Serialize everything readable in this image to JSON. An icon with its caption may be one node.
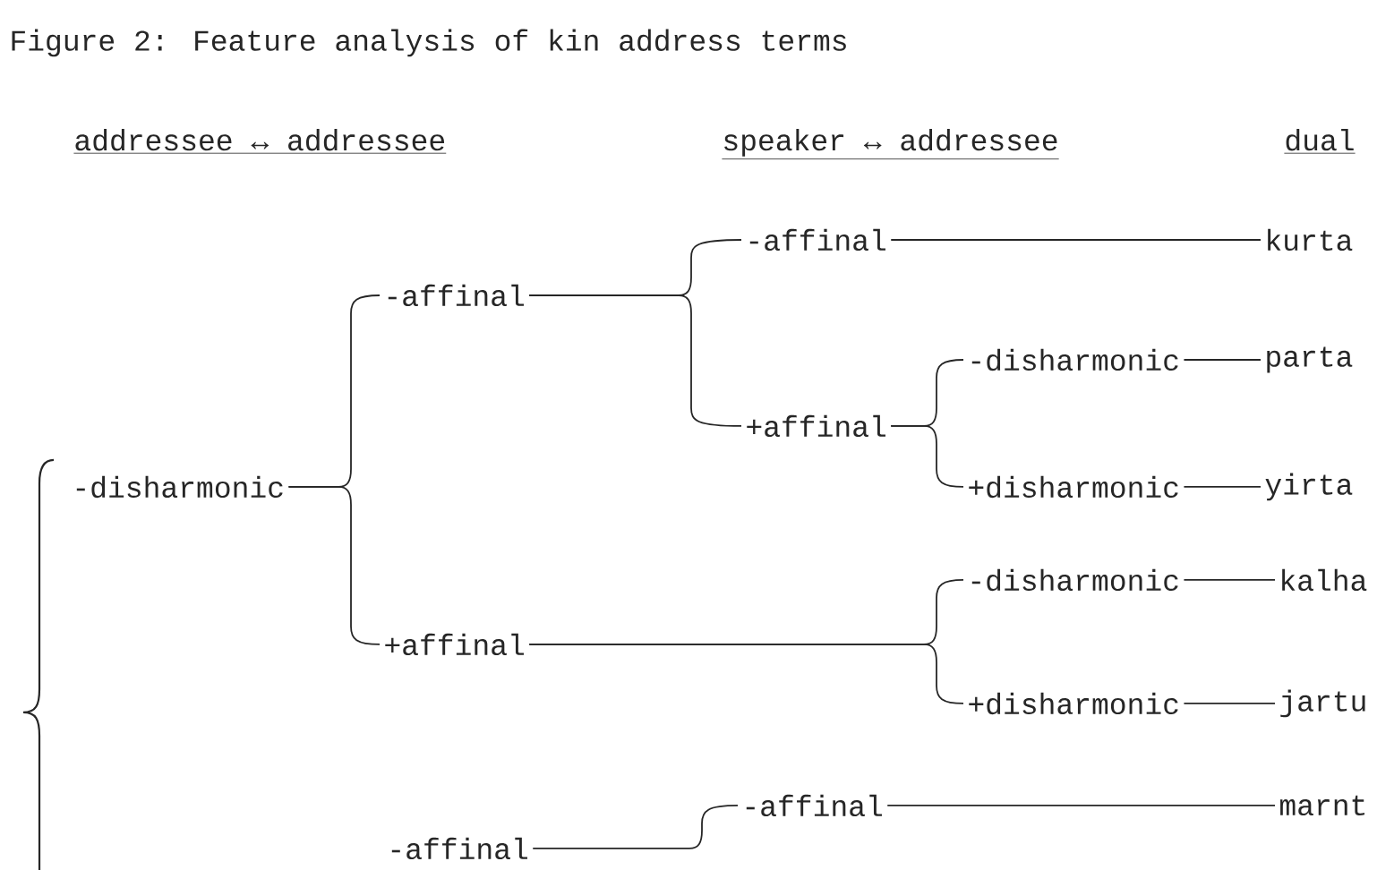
{
  "diagram": {
    "title": "Figure 2:  Feature analysis of kin address terms",
    "nodes": [
      {
        "text": [
          "-disharmonic"
        ]
      },
      {
        "text": [
          "-affinal"
        ]
      },
      {
        "text": [
          "+affinal"
        ]
      },
      {
        "text": [
          "-affinal"
        ]
      },
      {
        "text": [
          "+affinal"
        ]
      },
      {
        "text": [
          "-disharmonic"
        ]
      },
      {
        "text": [
          "+disharmonic"
        ]
      },
      {
        "text": [
          "kurta"
        ]
      },
      {
        "text": [
          "parta"
        ]
      },
      {
        "text": [
          "yirta"
        ]
      },
      {
        "text": [
          "-disharmonic"
        ]
      },
      {
        "text": [
          "+disharmonic"
        ]
      },
      {
        "text": [
          "kalha"
        ]
      },
      {
        "text": [
          "jartu"
        ]
      },
      {
        "text": [
          "-affinal"
        ]
      },
      {
        "text": [
          "-affinal"
        ]
      },
      {
        "text": [
          "marnt"
        ]
      }
    ],
    "edges": [
      {
        "from": 0,
        "to": 1,
        "arrow": "none"
      },
      {
        "from": 0,
        "to": 2,
        "arrow": "none"
      },
      {
        "from": 1,
        "to": 3,
        "arrow": "none"
      },
      {
        "from": 1,
        "to": 4,
        "arrow": "none"
      },
      {
        "from": 3,
        "to": 7,
        "arrow": "none"
      },
      {
        "from": 4,
        "to": 5,
        "arrow": "none"
      },
      {
        "from": 4,
        "to": 6,
        "arrow": "none"
      },
      {
        "from": 5,
        "to": 8,
        "arrow": "none"
      },
      {
        "from": 6,
        "to": 9,
        "arrow": "none"
      },
      {
        "from": 2,
        "to": 10,
        "arrow": "none"
      },
      {
        "from": 2,
        "to": 11,
        "arrow": "none"
      },
      {
        "from": 10,
        "to": 12,
        "arrow": "none"
      },
      {
        "from": 11,
        "to": 13,
        "arrow": "none"
      },
      {
        "from": 14,
        "to": 15,
        "arrow": "none"
      },
      {
        "from": 15,
        "to": 16,
        "arrow": "none"
      }
    ],
    "labels": [
      "addressee ↔ addressee",
      "speaker ↔ addressee",
      "dual"
    ]
  }
}
